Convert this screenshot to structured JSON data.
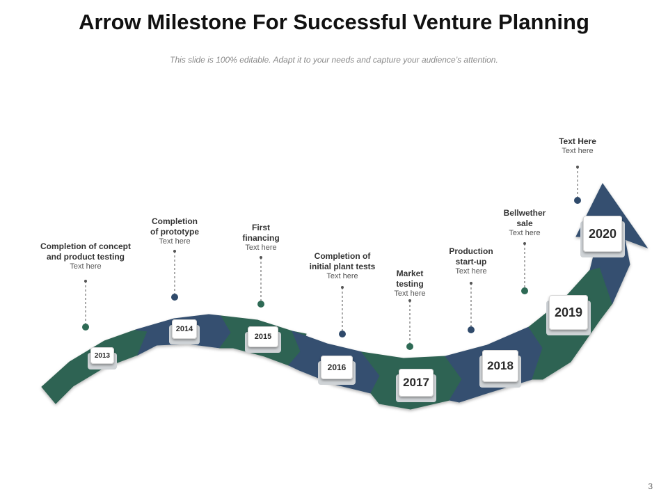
{
  "title": "Arrow Milestone For Successful Venture Planning",
  "subtitle": "This slide is 100% editable. Adapt it to your needs and capture your audience’s attention.",
  "page_number": "3",
  "colors": {
    "green": "#2f6352",
    "blue": "#34506f",
    "pin_green": "#2e6a55",
    "pin_blue": "#2f4a6b"
  },
  "milestones": [
    {
      "year": "2013",
      "heading": "Completion of concept\nand product testing",
      "text": "Text here"
    },
    {
      "year": "2014",
      "heading": "Completion\nof prototype",
      "text": "Text here"
    },
    {
      "year": "2015",
      "heading": "First\nfinancing",
      "text": "Text here"
    },
    {
      "year": "2016",
      "heading": "Completion of\ninitial plant tests",
      "text": "Text here"
    },
    {
      "year": "2017",
      "heading": "Market\ntesting",
      "text": "Text here"
    },
    {
      "year": "2018",
      "heading": "Production\nstart-up",
      "text": "Text here"
    },
    {
      "year": "2019",
      "heading": "Bellwether\nsale",
      "text": "Text here"
    },
    {
      "year": "2020",
      "heading": "Text Here",
      "text": "Text here"
    }
  ]
}
